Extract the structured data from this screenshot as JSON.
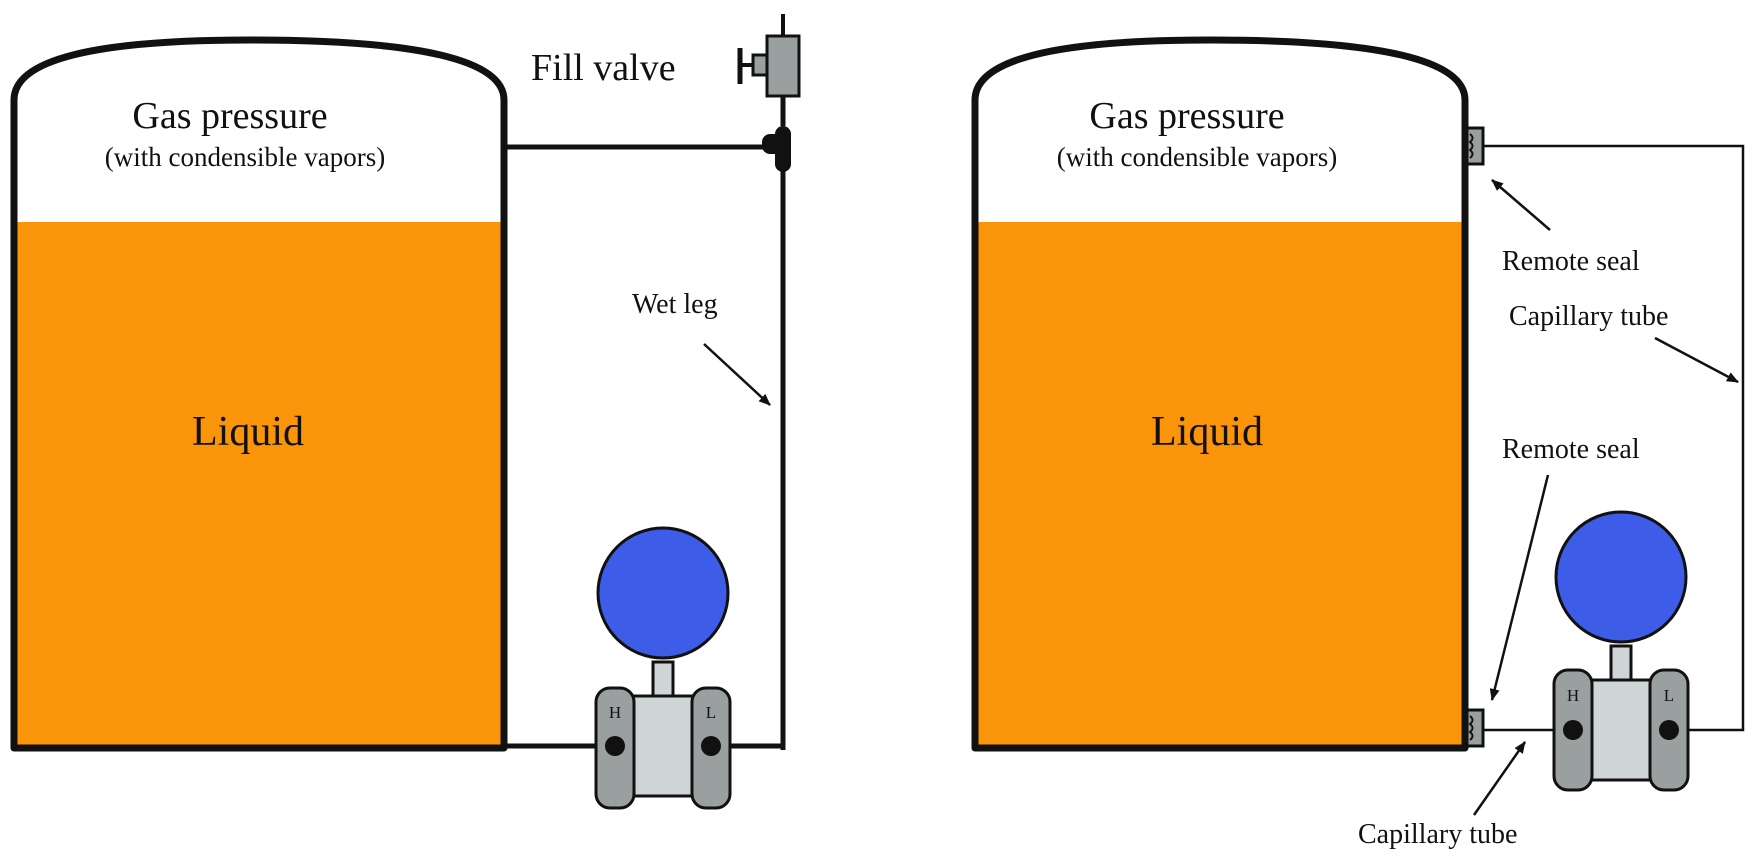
{
  "left_diagram": {
    "gas_label": "Gas pressure",
    "gas_sublabel": "(with condensible vapors)",
    "liquid_label": "Liquid",
    "fill_valve_label": "Fill valve",
    "wet_leg_label": "Wet leg",
    "high_port_label": "H",
    "low_port_label": "L"
  },
  "right_diagram": {
    "gas_label": "Gas pressure",
    "gas_sublabel": "(with condensible vapors)",
    "liquid_label": "Liquid",
    "remote_seal_top_label": "Remote seal",
    "capillary_tube_top_label": "Capillary tube",
    "remote_seal_bottom_label": "Remote seal",
    "capillary_tube_bottom_label": "Capillary tube",
    "high_port_label": "H",
    "low_port_label": "L"
  },
  "colors": {
    "liquid": "#FA9409",
    "transmitter_head": "#3D5CE8",
    "transmitter_body": "#CFD5D7",
    "transmitter_flange": "#9AA0A0",
    "valve": "#9AA0A0",
    "outline": "#111111"
  }
}
